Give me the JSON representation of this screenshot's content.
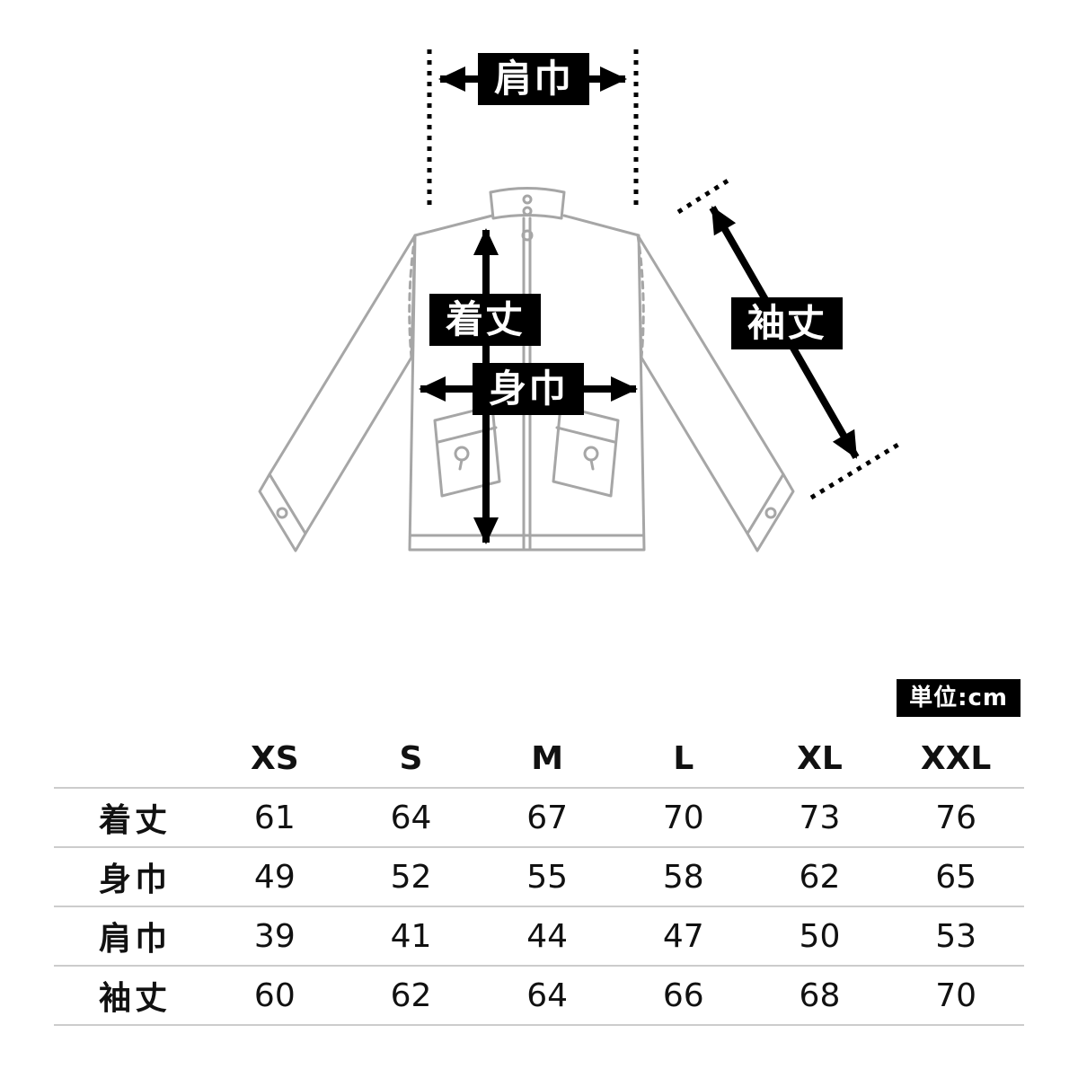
{
  "diagram": {
    "labels": {
      "shoulder_width": "肩巾",
      "body_length": "着丈",
      "body_width": "身巾",
      "sleeve_length": "袖丈"
    }
  },
  "unit_badge": {
    "text": "単位:cm"
  },
  "size_table": {
    "columns": [
      "XS",
      "S",
      "M",
      "L",
      "XL",
      "XXL"
    ],
    "rows": [
      {
        "label": "着丈",
        "values": [
          "61",
          "64",
          "67",
          "70",
          "73",
          "76"
        ]
      },
      {
        "label": "身巾",
        "values": [
          "49",
          "52",
          "55",
          "58",
          "62",
          "65"
        ]
      },
      {
        "label": "肩巾",
        "values": [
          "39",
          "41",
          "44",
          "47",
          "50",
          "53"
        ]
      },
      {
        "label": "袖丈",
        "values": [
          "60",
          "62",
          "64",
          "66",
          "68",
          "70"
        ]
      }
    ]
  }
}
